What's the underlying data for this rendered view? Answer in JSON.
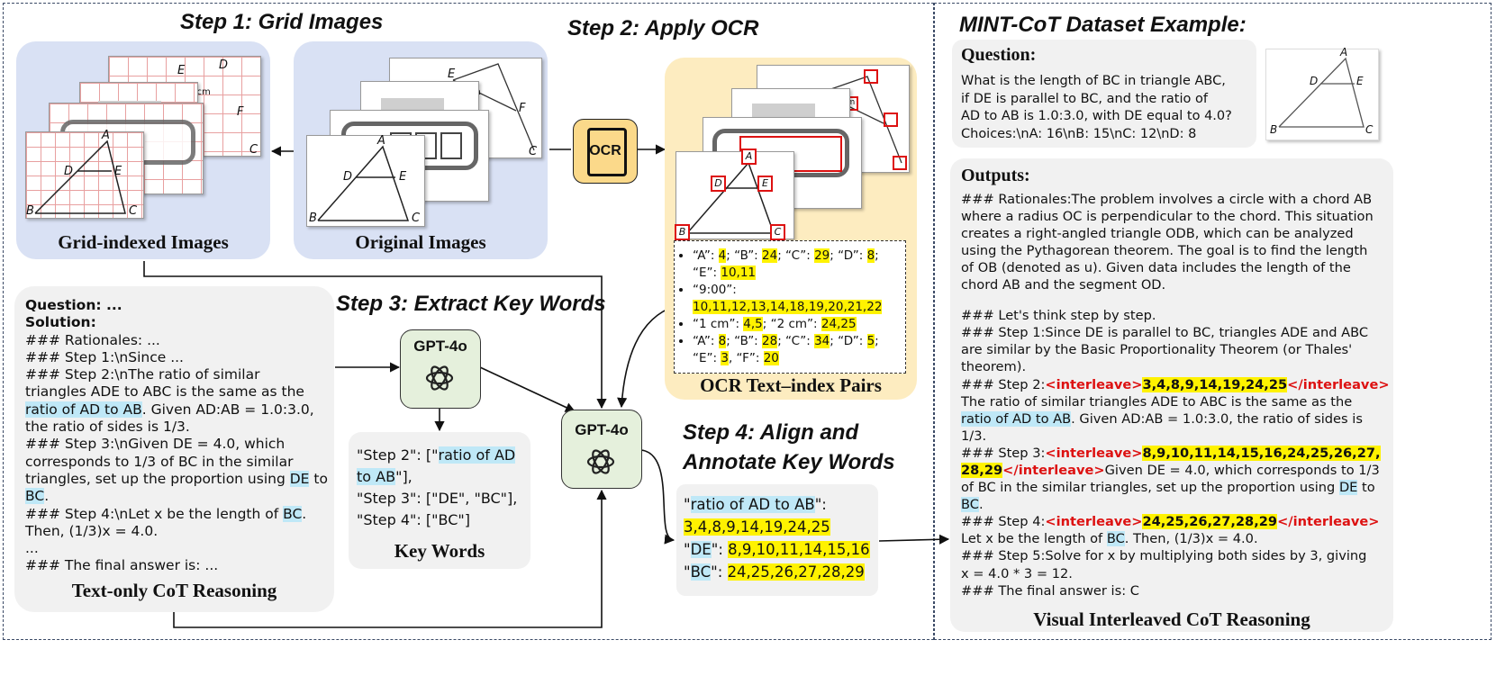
{
  "steps": {
    "step1": "Step 1: Grid Images",
    "step2": "Step 2: Apply OCR",
    "step3": "Step 3: Extract Key Words",
    "step4_line1": "Step 4: Align and",
    "step4_line2": "Annotate Key Words",
    "dataset_title": "MINT-CoT Dataset Example:"
  },
  "captions": {
    "grid_indexed": "Grid-indexed Images",
    "original": "Original Images",
    "ocr_pairs": "OCR Text–index Pairs",
    "text_only": "Text-only CoT Reasoning",
    "key_words": "Key Words",
    "visual_interleaved": "Visual Interleaved CoT Reasoning"
  },
  "gpt_label": "GPT-4o",
  "ocr_icon_label": "OCR",
  "figure_labels": {
    "a": "A",
    "b": "B",
    "c": "C",
    "d": "D",
    "e": "E",
    "f": "F",
    "cm": "1 cm"
  },
  "ocr_list": [
    {
      "parts": [
        [
          "“A”: ",
          ""
        ],
        [
          "4",
          "hl"
        ],
        [
          "; “B”: ",
          ""
        ],
        [
          "24",
          "hl"
        ],
        [
          "; “C”: ",
          ""
        ],
        [
          "29",
          "hl"
        ],
        [
          "; “D”: ",
          ""
        ],
        [
          "8",
          "hl"
        ],
        [
          ";",
          ""
        ]
      ]
    },
    {
      "parts": [
        [
          "“E”: ",
          ""
        ],
        [
          "10,11",
          "hl"
        ]
      ],
      "cont": true
    },
    {
      "parts": [
        [
          "“9:00”:",
          ""
        ]
      ]
    },
    {
      "parts": [
        [
          "10,11,12,13,14,18,19,20,21,22",
          "hl"
        ]
      ],
      "cont": true
    },
    {
      "parts": [
        [
          "“1 cm”: ",
          ""
        ],
        [
          "4,5",
          "hl"
        ],
        [
          "; “2 cm”: ",
          ""
        ],
        [
          "24,25",
          "hl"
        ]
      ]
    },
    {
      "parts": [
        [
          "“A”: ",
          ""
        ],
        [
          "8",
          "hl"
        ],
        [
          "; “B”: ",
          ""
        ],
        [
          "28",
          "hl"
        ],
        [
          "; “C”: ",
          ""
        ],
        [
          "34",
          "hl"
        ],
        [
          "; “D”: ",
          ""
        ],
        [
          "5",
          "hl"
        ],
        [
          ";",
          ""
        ]
      ]
    },
    {
      "parts": [
        [
          "“E”: ",
          ""
        ],
        [
          "3",
          "hl"
        ],
        [
          ", “F”: ",
          ""
        ],
        [
          "20",
          "hl"
        ]
      ],
      "cont": true
    }
  ],
  "text_only": [
    [
      [
        "Question: ...",
        "b"
      ]
    ],
    [
      [
        "Solution:",
        "b"
      ]
    ],
    [
      [
        "### Rationales: ...",
        ""
      ]
    ],
    [
      [
        "### Step 1:\\nSince ...",
        ""
      ]
    ],
    [
      [
        "### Step 2:\\nThe ratio of similar",
        ""
      ]
    ],
    [
      [
        "triangles ADE to ABC is the same as the",
        ""
      ]
    ],
    [
      [
        "ratio of AD to AB",
        "bl"
      ],
      [
        ". Given AD:AB = 1.0:3.0,",
        ""
      ]
    ],
    [
      [
        "the ratio of sides is 1/3.",
        ""
      ]
    ],
    [
      [
        "### Step 3:\\nGiven DE = 4.0, which",
        ""
      ]
    ],
    [
      [
        "corresponds to 1/3 of BC in the similar",
        ""
      ]
    ],
    [
      [
        "triangles, set up the proportion using ",
        ""
      ],
      [
        "DE",
        "bl"
      ],
      [
        " to",
        ""
      ]
    ],
    [
      [
        "BC",
        "bl"
      ],
      [
        ".",
        ""
      ]
    ],
    [
      [
        "### Step 4:\\nLet x be the length of ",
        ""
      ],
      [
        "BC",
        "bl"
      ],
      [
        ".",
        ""
      ]
    ],
    [
      [
        "Then, (1/3)x = 4.0.",
        ""
      ]
    ],
    [
      [
        "...",
        ""
      ]
    ],
    [
      [
        "### The final answer is: ...",
        ""
      ]
    ]
  ],
  "key_words": [
    [
      [
        "\"Step 2\": [\"",
        ""
      ],
      [
        "ratio of AD",
        "bl"
      ]
    ],
    [
      [
        "to AB",
        "bl"
      ],
      [
        "\"],",
        ""
      ]
    ],
    [
      [
        "\"Step 3\": [\"DE\", \"BC\"],",
        ""
      ]
    ],
    [
      [
        "\"Step 4\": [\"BC\"]",
        ""
      ]
    ]
  ],
  "align": [
    [
      [
        "\"",
        ""
      ],
      [
        "ratio of AD to AB",
        "bl"
      ],
      [
        "\":",
        ""
      ]
    ],
    [
      [
        "3,4,8,9,14,19,24,25",
        "hl"
      ]
    ],
    [
      [
        "\"",
        ""
      ],
      [
        "DE",
        "bl"
      ],
      [
        "\": ",
        ""
      ],
      [
        "8,9,10,11,14,15,16",
        "hl"
      ]
    ],
    [
      [
        "\"",
        ""
      ],
      [
        "BC",
        "bl"
      ],
      [
        "\": ",
        ""
      ],
      [
        "24,25,26,27,28,29",
        "hl"
      ]
    ]
  ],
  "question": {
    "title": "Question:",
    "lines": [
      "What is the length of BC in triangle ABC,",
      "if DE is parallel to BC, and the ratio of",
      "AD to AB is 1.0:3.0, with DE equal to 4.0?",
      "Choices:\\nA: 16\\nB: 15\\nC: 12\\nD: 8"
    ]
  },
  "outputs": {
    "title": "Outputs:",
    "lines": [
      [
        [
          "### Rationales:The problem involves a circle with a chord AB",
          ""
        ]
      ],
      [
        [
          "where a radius OC is perpendicular to the chord. This situation",
          ""
        ]
      ],
      [
        [
          "creates a right-angled triangle ODB, which can be analyzed",
          ""
        ]
      ],
      [
        [
          "using the Pythagorean theorem. The goal is to find the length",
          ""
        ]
      ],
      [
        [
          "of OB (denoted as u). Given data includes the length of the",
          ""
        ]
      ],
      [
        [
          "chord AB and the segment OD.",
          ""
        ]
      ],
      [
        [
          "",
          ""
        ]
      ],
      [
        [
          "### Let's think step by step.",
          ""
        ]
      ],
      [
        [
          "### Step 1:Since DE is parallel to BC, triangles ADE and ABC",
          ""
        ]
      ],
      [
        [
          "are similar by the Basic Proportionality Theorem (or Thales'",
          ""
        ]
      ],
      [
        [
          "theorem).",
          ""
        ]
      ],
      [
        [
          "### Step 2:",
          ""
        ],
        [
          "<interleave>",
          "red"
        ],
        [
          "3,4,8,9,14,19,24,25",
          "hlb"
        ],
        [
          "</interleave>",
          "red"
        ]
      ],
      [
        [
          "The ratio of similar triangles ADE to ABC is the same as the",
          ""
        ]
      ],
      [
        [
          "ratio of AD to AB",
          "bl"
        ],
        [
          ". Given AD:AB = 1.0:3.0, the ratio of sides is",
          ""
        ]
      ],
      [
        [
          "1/3.",
          ""
        ]
      ],
      [
        [
          "### Step 3:",
          ""
        ],
        [
          "<interleave>",
          "red"
        ],
        [
          "8,9,10,11,14,15,16,24,25,26,27,",
          "hlb"
        ]
      ],
      [
        [
          "28,29",
          "hlb"
        ],
        [
          "</interleave>",
          "red"
        ],
        [
          "Given DE = 4.0, which corresponds to 1/3",
          ""
        ]
      ],
      [
        [
          "of BC in the similar triangles, set up the proportion using ",
          ""
        ],
        [
          "DE",
          "bl"
        ],
        [
          " to",
          ""
        ]
      ],
      [
        [
          "BC",
          "bl"
        ],
        [
          ".",
          ""
        ]
      ],
      [
        [
          "### Step 4:",
          ""
        ],
        [
          "<interleave>",
          "red"
        ],
        [
          "24,25,26,27,28,29",
          "hlb"
        ],
        [
          "</interleave>",
          "red"
        ]
      ],
      [
        [
          "Let x be the length of ",
          ""
        ],
        [
          "BC",
          "bl"
        ],
        [
          ". Then, (1/3)x = 4.0.",
          ""
        ]
      ],
      [
        [
          "### Step 5:Solve for x by multiplying both sides by 3, giving",
          ""
        ]
      ],
      [
        [
          "x = 4.0 * 3 = 12.",
          ""
        ]
      ],
      [
        [
          "### The final answer is: C",
          ""
        ]
      ]
    ]
  }
}
